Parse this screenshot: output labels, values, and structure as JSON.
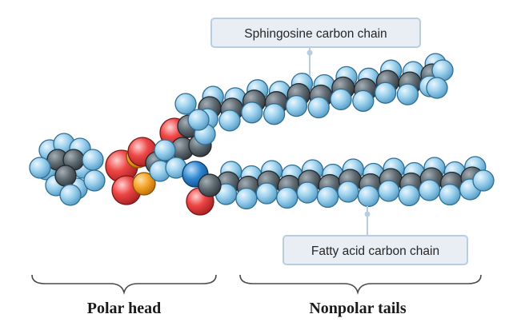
{
  "callouts": {
    "sphingosine": "Sphingosine carbon chain",
    "fatty_acid": "Fatty acid carbon chain"
  },
  "regions": {
    "polar_head": "Polar head",
    "nonpolar_tails": "Nonpolar tails"
  },
  "colors": {
    "hydrogen": "#8ec9ea",
    "hydrogen_rim": "#2f6f93",
    "carbon": "#5c666e",
    "oxygen": "#e23b3b",
    "oxygen_rim": "#7a1717",
    "phosphorus": "#f39a1e",
    "nitrogen": "#2a7fc9",
    "callout_fill": "#e9eef5",
    "callout_stroke": "#b9cde2",
    "brace": "#4a4a4a"
  }
}
